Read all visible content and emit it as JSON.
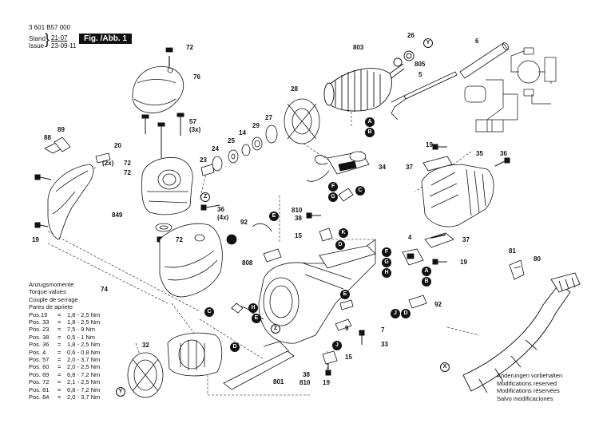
{
  "header": {
    "doc_number": "3 601 B57 000",
    "stand_label": "Stand",
    "issue_label": "Issue",
    "stand_date": "21-07",
    "issue_date": "23-09-11",
    "figure_label": "Fig. /Abb. 1"
  },
  "torque": {
    "title_lines": [
      "Anzugsmomente",
      "Torque values",
      "Couple de serrage",
      "Pares de apriete"
    ],
    "rows": [
      {
        "pos": "Pos.19",
        "value": "1,8 - 2,5 Nm"
      },
      {
        "pos": "Pos. 33",
        "value": "1,8 - 2,5 Nm"
      },
      {
        "pos": "Pos. 23",
        "value": "7,5 - 9 Nm"
      },
      {
        "pos": "Pos. 38",
        "value": "0,5 - 1 Nm"
      },
      {
        "pos": "Pos. 36",
        "value": "1,8 - 2,5 Nm"
      },
      {
        "pos": "Pos. 4",
        "value": "0,6 - 0,8 Nm"
      },
      {
        "pos": "Pos. 57",
        "value": "2,0 - 3,7 Nm"
      },
      {
        "pos": "Pos. 60",
        "value": "2,0 - 2,5 Nm"
      },
      {
        "pos": "Pos. 69",
        "value": "6,8 - 7,2 Nm"
      },
      {
        "pos": "Pos. 72",
        "value": "2,1 - 2,5 Nm"
      },
      {
        "pos": "Pos. 81",
        "value": "6,8 - 7,2 Nm"
      },
      {
        "pos": "Pos. 84",
        "value": "2,0 - 3,7 Nm"
      }
    ],
    "equals": "="
  },
  "notes": [
    "Änderungen vorbehalten",
    "Modifications reserved",
    "Modifications réservées",
    "Salvo modificaciones"
  ],
  "part_labels": [
    {
      "id": "p72a",
      "text": "72"
    },
    {
      "id": "p76",
      "text": "76"
    },
    {
      "id": "p803",
      "text": "803"
    },
    {
      "id": "p26",
      "text": "26"
    },
    {
      "id": "p6",
      "text": "6"
    },
    {
      "id": "p805",
      "text": "805"
    },
    {
      "id": "p5",
      "text": "5"
    },
    {
      "id": "p28",
      "text": "28"
    },
    {
      "id": "p57",
      "text": "57"
    },
    {
      "id": "p3x",
      "text": "(3x)"
    },
    {
      "id": "p14",
      "text": "14"
    },
    {
      "id": "p29",
      "text": "29"
    },
    {
      "id": "p27",
      "text": "27"
    },
    {
      "id": "p25",
      "text": "25"
    },
    {
      "id": "p24",
      "text": "24"
    },
    {
      "id": "p89",
      "text": "89"
    },
    {
      "id": "p88",
      "text": "88"
    },
    {
      "id": "p20",
      "text": "20"
    },
    {
      "id": "p2x",
      "text": "(2x)"
    },
    {
      "id": "p72b",
      "text": "72"
    },
    {
      "id": "p23",
      "text": "23"
    },
    {
      "id": "p72c",
      "text": "72"
    },
    {
      "id": "p849",
      "text": "849"
    },
    {
      "id": "p36a",
      "text": "36"
    },
    {
      "id": "p4x",
      "text": "(4x)"
    },
    {
      "id": "p19a",
      "text": "19"
    },
    {
      "id": "p34",
      "text": "34"
    },
    {
      "id": "p35",
      "text": "35"
    },
    {
      "id": "p36b",
      "text": "36"
    },
    {
      "id": "p37a",
      "text": "37"
    },
    {
      "id": "p19b",
      "text": "19"
    },
    {
      "id": "p92a",
      "text": "92"
    },
    {
      "id": "p810a",
      "text": "810"
    },
    {
      "id": "p38a",
      "text": "38"
    },
    {
      "id": "p15a",
      "text": "15"
    },
    {
      "id": "p4",
      "text": "4"
    },
    {
      "id": "p37b",
      "text": "37"
    },
    {
      "id": "p19c",
      "text": "19"
    },
    {
      "id": "p72d",
      "text": "72"
    },
    {
      "id": "p808",
      "text": "808"
    },
    {
      "id": "p81",
      "text": "81"
    },
    {
      "id": "p80",
      "text": "80"
    },
    {
      "id": "p74",
      "text": "74"
    },
    {
      "id": "p92b",
      "text": "92"
    },
    {
      "id": "p9",
      "text": "9"
    },
    {
      "id": "p7",
      "text": "7"
    },
    {
      "id": "p33",
      "text": "33"
    },
    {
      "id": "p32",
      "text": "32"
    },
    {
      "id": "p15b",
      "text": "15"
    },
    {
      "id": "p801",
      "text": "801"
    },
    {
      "id": "p38b",
      "text": "38"
    },
    {
      "id": "p810b",
      "text": "810"
    },
    {
      "id": "p19d",
      "text": "19"
    }
  ],
  "markers": [
    {
      "id": "mA1",
      "text": "A"
    },
    {
      "id": "mB1",
      "text": "B"
    },
    {
      "id": "mG1",
      "text": "G"
    },
    {
      "id": "mF1",
      "text": "F"
    },
    {
      "id": "mC1",
      "text": "C"
    },
    {
      "id": "mE1",
      "text": "E"
    },
    {
      "id": "mK1",
      "text": "K"
    },
    {
      "id": "mD1",
      "text": "D"
    },
    {
      "id": "mF2",
      "text": "F"
    },
    {
      "id": "mG2",
      "text": "G"
    },
    {
      "id": "mH1",
      "text": "H"
    },
    {
      "id": "mA2",
      "text": "A"
    },
    {
      "id": "mB2",
      "text": "B"
    },
    {
      "id": "mH2",
      "text": "H"
    },
    {
      "id": "mE2",
      "text": "E"
    },
    {
      "id": "mC2",
      "text": "C"
    },
    {
      "id": "mD2",
      "text": "D"
    },
    {
      "id": "mE3",
      "text": "E"
    },
    {
      "id": "mJ1",
      "text": "J"
    },
    {
      "id": "mD3",
      "text": "D"
    },
    {
      "id": "mJ2",
      "text": "J"
    }
  ],
  "outline_markers": [
    {
      "id": "oY1",
      "text": "Y"
    },
    {
      "id": "oZ1",
      "text": "Z"
    },
    {
      "id": "oZ2",
      "text": "Z"
    },
    {
      "id": "oX1",
      "text": "X"
    },
    {
      "id": "oY2",
      "text": "Y"
    }
  ]
}
